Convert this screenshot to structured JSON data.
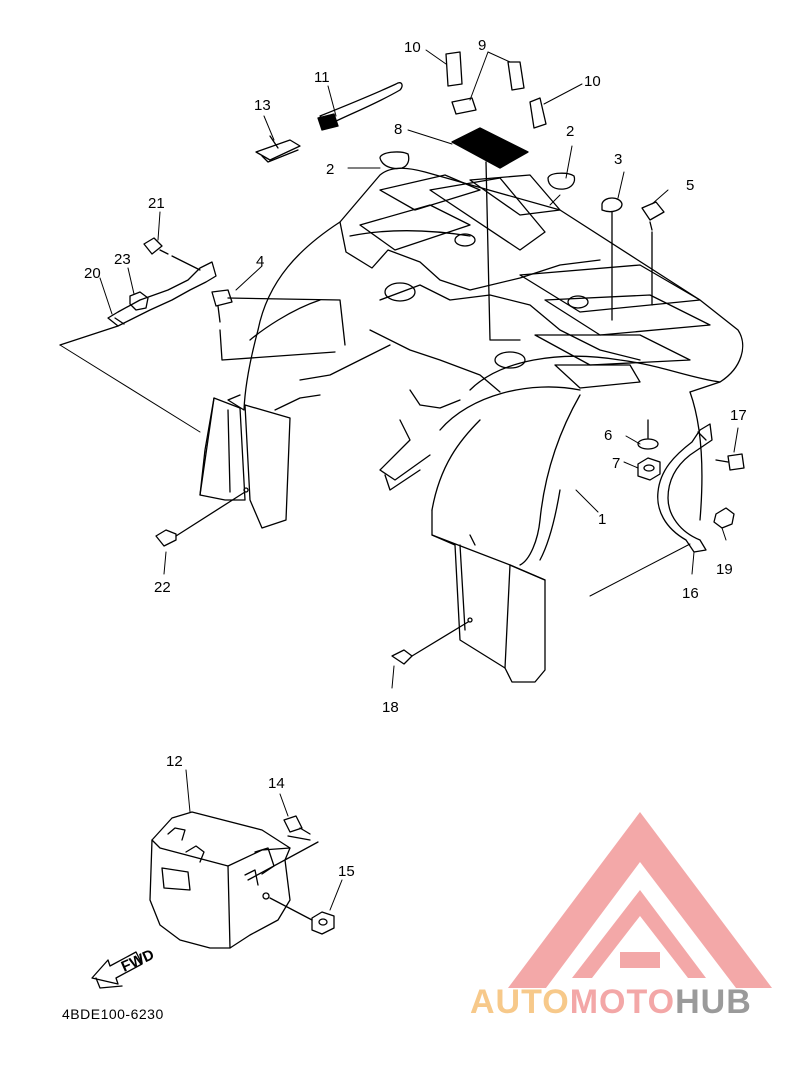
{
  "diagram": {
    "callouts": [
      "1",
      "2",
      "2",
      "3",
      "4",
      "5",
      "6",
      "7",
      "8",
      "9",
      "10",
      "10",
      "11",
      "12",
      "13",
      "14",
      "15",
      "16",
      "17",
      "18",
      "19",
      "20",
      "21",
      "22",
      "23"
    ],
    "fwd_label": "FWD",
    "drawing_code": "4BDE100-6230"
  },
  "watermark": {
    "brand_part1": "AUTO",
    "brand_part2": "MOTO",
    "brand_part3": "HUB",
    "colors": {
      "auto": "#f7c98a",
      "moto": "#f3a7a7",
      "hub": "#9a9a9a",
      "triangle": "#f19a9a"
    }
  }
}
